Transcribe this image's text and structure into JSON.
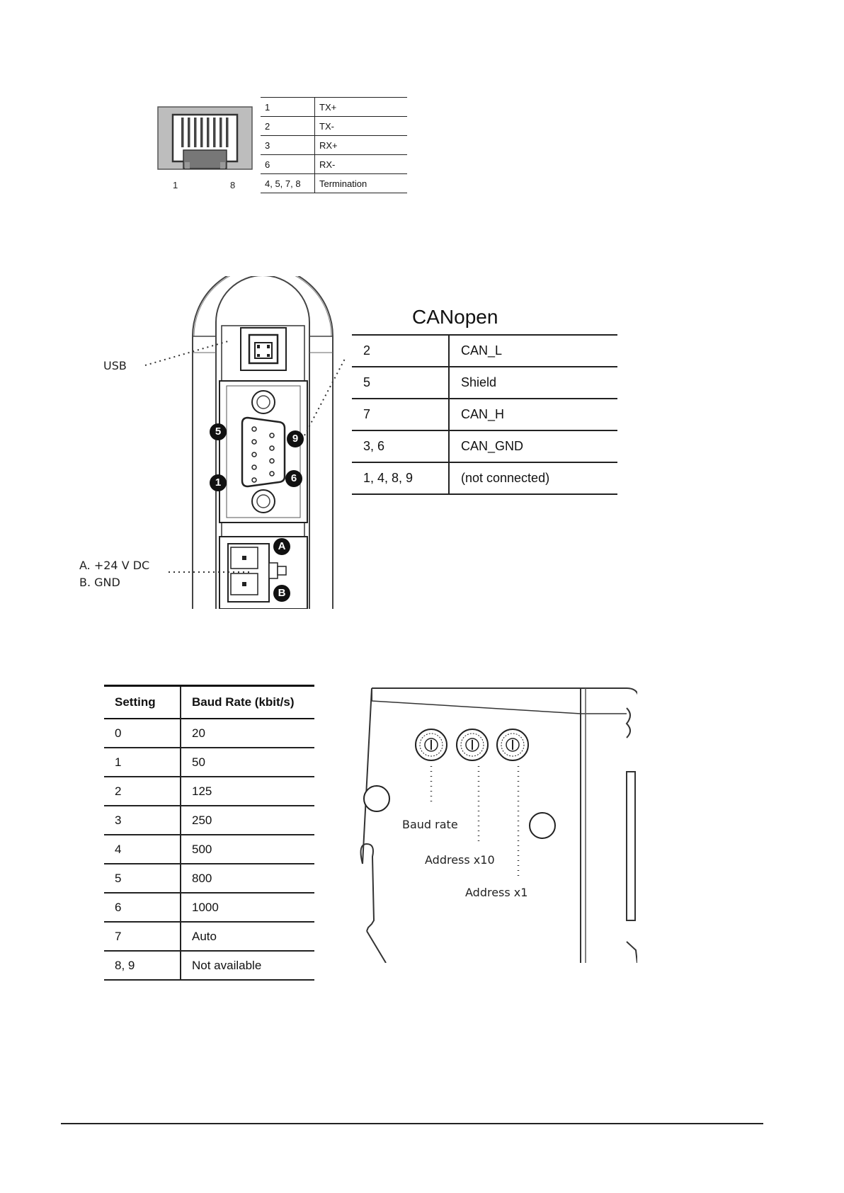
{
  "rj45": {
    "pin_left": "1",
    "pin_right": "8",
    "rows": [
      {
        "pin": "1",
        "signal": "TX+"
      },
      {
        "pin": "2",
        "signal": "TX-"
      },
      {
        "pin": "3",
        "signal": "RX+"
      },
      {
        "pin": "6",
        "signal": "RX-"
      },
      {
        "pin": "4, 5, 7, 8",
        "signal": "Termination"
      }
    ]
  },
  "device_front": {
    "usb_label": "USB",
    "power_label_a": "A. +24 V DC",
    "power_label_b": "B. GND",
    "pin_markers": [
      "5",
      "9",
      "1",
      "6",
      "A",
      "B"
    ]
  },
  "canopen": {
    "title": "CANopen",
    "rows": [
      {
        "pin": "2",
        "signal": "CAN_L"
      },
      {
        "pin": "5",
        "signal": "Shield"
      },
      {
        "pin": "7",
        "signal": "CAN_H"
      },
      {
        "pin": "3, 6",
        "signal": "CAN_GND"
      },
      {
        "pin": "1, 4, 8, 9",
        "signal": "(not connected)"
      }
    ]
  },
  "baud": {
    "header": {
      "setting": "Setting",
      "rate": "Baud Rate (kbit/s)"
    },
    "rows": [
      {
        "setting": "0",
        "rate": "20"
      },
      {
        "setting": "1",
        "rate": "50"
      },
      {
        "setting": "2",
        "rate": "125"
      },
      {
        "setting": "3",
        "rate": "250"
      },
      {
        "setting": "4",
        "rate": "500"
      },
      {
        "setting": "5",
        "rate": "800"
      },
      {
        "setting": "6",
        "rate": "1000"
      },
      {
        "setting": "7",
        "rate": "Auto"
      },
      {
        "setting": "8, 9",
        "rate": "Not available"
      }
    ]
  },
  "switches": {
    "baud_rate_label": "Baud rate",
    "address_x10_label": "Address x10",
    "address_x1_label": "Address x1"
  }
}
